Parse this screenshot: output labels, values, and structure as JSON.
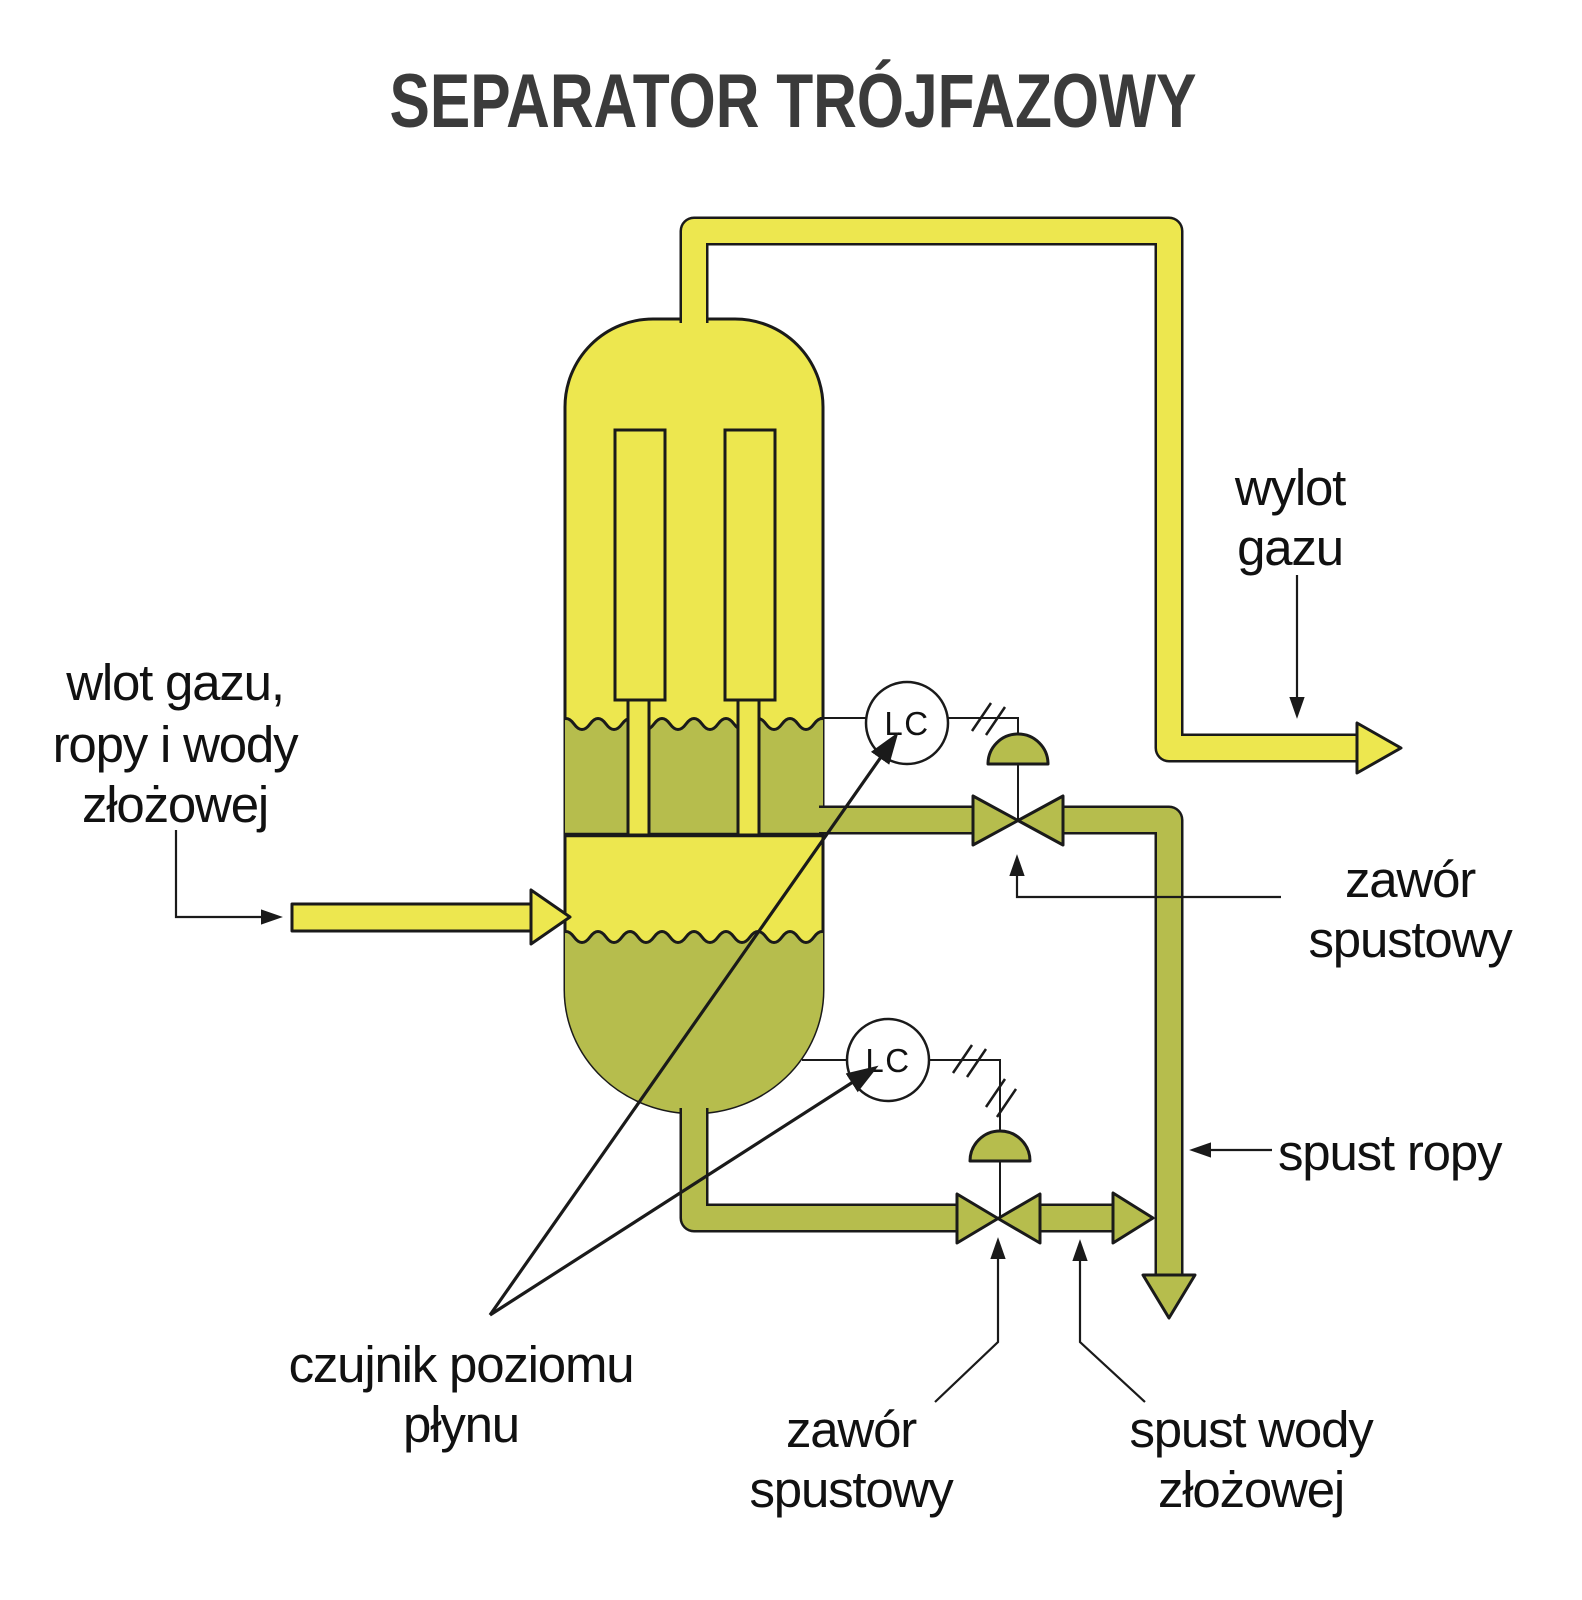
{
  "title": "SEPARATOR TRÓJFAZOWY",
  "labels": {
    "inlet": {
      "line1": "wlot gazu,",
      "line2": "ropy i wody",
      "line3": "złożowej"
    },
    "gas_outlet": {
      "line1": "wylot",
      "line2": "gazu"
    },
    "oil_drain_valve": {
      "line1": "zawór",
      "line2": "spustowy"
    },
    "oil_drain": {
      "line1": "spust ropy"
    },
    "level_sensor": {
      "line1": "czujnik poziomu",
      "line2": "płynu"
    },
    "water_drain_valve": {
      "line1": "zawór",
      "line2": "spustowy"
    },
    "water_drain": {
      "line1": "spust wody",
      "line2": "złożowej"
    }
  },
  "instruments": {
    "upper_level_controller": "LC",
    "lower_level_controller": "LC"
  },
  "colors": {
    "gas": "#EDE74F",
    "liquid": "#B6BD4D",
    "outline": "#1A1A1A",
    "title": "#3B3B3B",
    "text": "#111111",
    "instrument": "#FFFFFF",
    "background": "#FFFFFF"
  }
}
